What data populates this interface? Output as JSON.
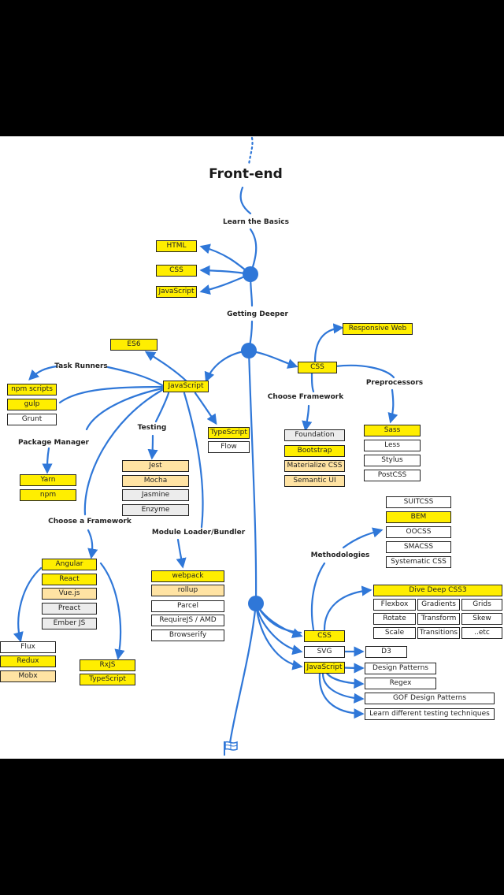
{
  "title": "Front-end",
  "colors": {
    "line": "#2f77d8",
    "node": "#2f77d8",
    "recommended": "#ffee00",
    "alternative": "#ffe3a3",
    "possibility": "#ececec",
    "other": "#ffffff",
    "background": "#ffffff"
  },
  "labels": {
    "learn_basics": "Learn the Basics",
    "getting_deeper": "Getting Deeper",
    "task_runners": "Task Runners",
    "testing": "Testing",
    "package_manager": "Package Manager",
    "choose_framework_js": "Choose a Framework",
    "module_loader": "Module Loader/Bundler",
    "choose_framework_css": "Choose Framework",
    "preprocessors": "Preprocessors",
    "methodologies": "Methodologies"
  },
  "boxes": {
    "html": "HTML",
    "css_basic": "CSS",
    "js_basic": "JavaScript",
    "es6": "ES6",
    "javascript": "JavaScript",
    "npm_scripts": "npm scripts",
    "gulp": "gulp",
    "grunt": "Grunt",
    "yarn": "Yarn",
    "npm": "npm",
    "jest": "Jest",
    "mocha": "Mocha",
    "jasmine": "Jasmine",
    "enzyme": "Enzyme",
    "typescript": "TypeScript",
    "flow": "Flow",
    "angular": "Angular",
    "react": "React",
    "vuejs": "Vue.js",
    "preact": "Preact",
    "emberjs": "Ember JS",
    "flux": "Flux",
    "redux": "Redux",
    "mobx": "Mobx",
    "rxjs": "RxJS",
    "typescript2": "TypeScript",
    "webpack": "webpack",
    "rollup": "rollup",
    "parcel": "Parcel",
    "requirejs": "RequireJS / AMD",
    "browserify": "Browserify",
    "responsive_web": "Responsive Web",
    "css_deeper": "CSS",
    "foundation": "Foundation",
    "bootstrap": "Bootstrap",
    "materialize": "Materialize CSS",
    "semantic_ui": "Semantic UI",
    "sass": "Sass",
    "less": "Less",
    "stylus": "Stylus",
    "postcss": "PostCSS",
    "suitcss": "SUITCSS",
    "bem": "BEM",
    "oocss": "OOCSS",
    "smacss": "SMACSS",
    "systematic_css": "Systematic CSS",
    "dive_deep": "Dive Deep CSS3",
    "flexbox": "Flexbox",
    "gradients": "Gradients",
    "grids": "Grids",
    "rotate": "Rotate",
    "transform": "Transform",
    "skew": "Skew",
    "scale": "Scale",
    "transitions": "Transitions",
    "etc": "..etc",
    "css_final": "CSS",
    "svg": "SVG",
    "d3": "D3",
    "js_final": "JavaScript",
    "design_patterns": "Design Patterns",
    "regex": "Regex",
    "gof": "GOF Design Patterns",
    "testing_techniques": "Learn different testing techniques"
  }
}
